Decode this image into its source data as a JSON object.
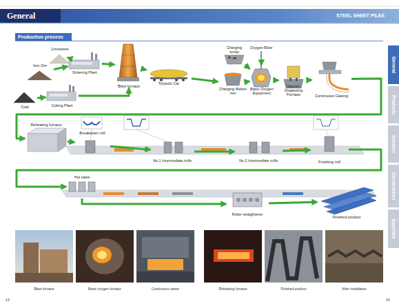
{
  "diagram": {
    "title": "Production process",
    "nodes": [
      {
        "text": [
          "Iron Ore"
        ]
      },
      {
        "text": [
          "Limestone"
        ]
      },
      {
        "text": [
          "Coal"
        ]
      },
      {
        "text": [
          "Sintering Plant"
        ]
      },
      {
        "text": [
          "Coking Plant"
        ]
      },
      {
        "text": [
          "Blast furnace"
        ]
      },
      {
        "text": [
          "Torpedo Car"
        ]
      },
      {
        "text": [
          "Charging scrap"
        ]
      },
      {
        "text": [
          "Oxygen Blow"
        ]
      },
      {
        "text": [
          "Charging Molten iron"
        ]
      },
      {
        "text": [
          "Basic Oxygen Equipment"
        ]
      },
      {
        "text": [
          "Vacuum Degassing Furnace"
        ]
      },
      {
        "text": [
          "Continuous Casting"
        ]
      },
      {
        "text": [
          "Reheating furnace"
        ]
      },
      {
        "text": [
          "Breakdown mill"
        ]
      },
      {
        "text": [
          "No.1 Intermediate mills"
        ]
      },
      {
        "text": [
          "No.2 Intermediate mills"
        ]
      },
      {
        "text": [
          "Finishing mill"
        ]
      },
      {
        "text": [
          "Hot saws"
        ]
      },
      {
        "text": [
          "Roller straightener"
        ]
      },
      {
        "text": [
          "Finished product"
        ]
      },
      {
        "text": [
          "Blast furnace"
        ]
      },
      {
        "text": [
          "Basic oxygen furnace"
        ]
      },
      {
        "text": [
          "Continuous caster"
        ]
      },
      {
        "text": [
          "Reheating furnace"
        ]
      },
      {
        "text": [
          "Finished product"
        ]
      },
      {
        "text": [
          "After installation"
        ]
      },
      {
        "text": [
          "General"
        ]
      },
      {
        "text": [
          "Products"
        ]
      },
      {
        "text": [
          "Solution"
        ]
      },
      {
        "text": [
          "Construction"
        ]
      },
      {
        "text": [
          "Appendix"
        ]
      }
    ],
    "edges": [
      {
        "from": 0,
        "to": 3,
        "arrow": "to"
      },
      {
        "from": 1,
        "to": 3,
        "arrow": "to"
      },
      {
        "from": 3,
        "to": 5,
        "arrow": "to"
      },
      {
        "from": 2,
        "to": 4,
        "arrow": "to"
      },
      {
        "from": 4,
        "to": 5,
        "arrow": "to"
      },
      {
        "from": 5,
        "to": 6,
        "arrow": "to"
      },
      {
        "from": 6,
        "to": 9,
        "arrow": "to"
      },
      {
        "from": 7,
        "to": 10,
        "arrow": "to"
      },
      {
        "from": 8,
        "to": 10,
        "arrow": "to"
      },
      {
        "from": 9,
        "to": 10,
        "arrow": "to"
      },
      {
        "from": 10,
        "to": 11,
        "arrow": "to"
      },
      {
        "from": 11,
        "to": 12,
        "arrow": "to"
      },
      {
        "from": 12,
        "to": 13,
        "arrow": "to"
      },
      {
        "from": 13,
        "to": 14,
        "arrow": "to"
      },
      {
        "from": 14,
        "to": 15,
        "arrow": "to"
      },
      {
        "from": 15,
        "to": 16,
        "arrow": "to"
      },
      {
        "from": 16,
        "to": 17,
        "arrow": "to"
      },
      {
        "from": 17,
        "to": 18,
        "arrow": "to"
      },
      {
        "from": 18,
        "to": 19,
        "arrow": "to"
      },
      {
        "from": 19,
        "to": 20,
        "arrow": "to"
      }
    ],
    "labels": [
      "General",
      "STEEL SHEET PILES",
      "13",
      "14"
    ]
  }
}
